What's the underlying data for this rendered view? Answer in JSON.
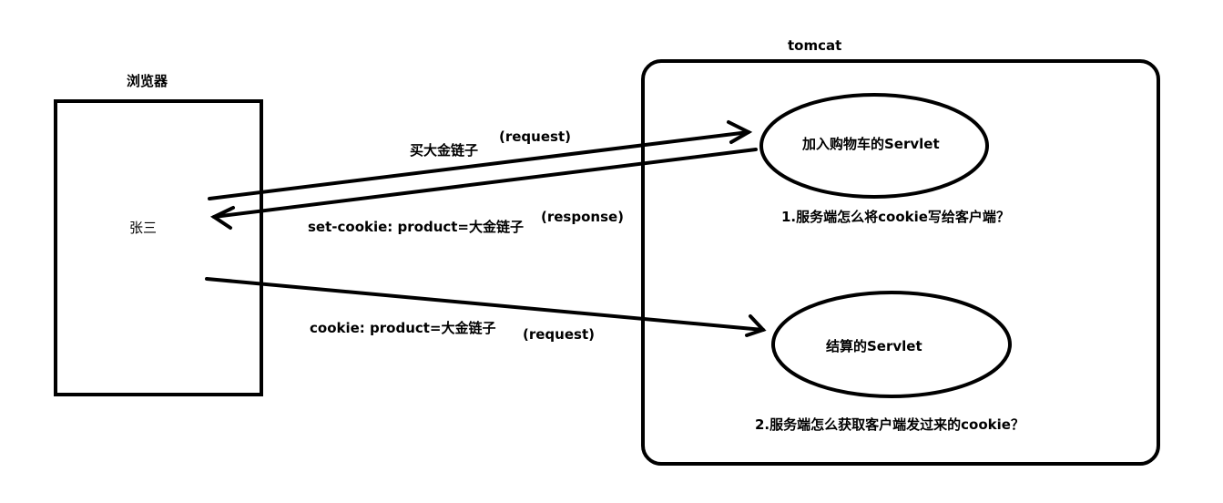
{
  "browser": {
    "title": "浏览器",
    "user": "张三"
  },
  "server": {
    "title": "tomcat",
    "servlet_cart": "加入购物车的Servlet",
    "servlet_checkout": "结算的Servlet",
    "question_1": "1.服务端怎么将cookie写给客户端？",
    "question_2": "2.服务端怎么获取客户端发过来的cookie？"
  },
  "arrows": {
    "buy_label": "买大金链子",
    "buy_tag": "(request)",
    "set_cookie_label": "set-cookie: product=大金链子",
    "set_cookie_tag": "(response)",
    "cookie_label": "cookie: product=大金链子",
    "cookie_tag": "(request)"
  }
}
